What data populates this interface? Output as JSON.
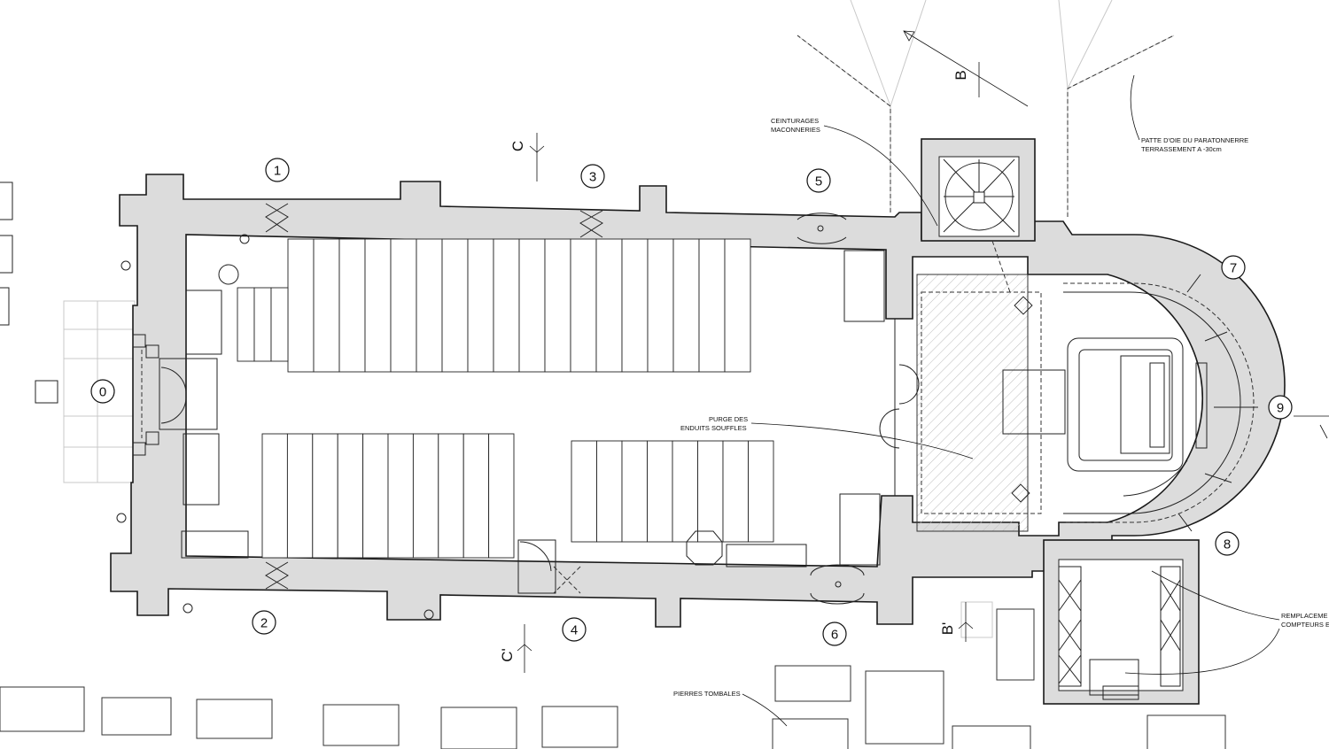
{
  "plan": {
    "zones": [
      "0",
      "1",
      "2",
      "3",
      "4",
      "5",
      "6",
      "7",
      "8",
      "9"
    ],
    "section_marks": [
      "B",
      "B'",
      "C",
      "C'"
    ],
    "annotations": {
      "ceinturages": [
        "CEINTURAGES",
        "MACONNERIES"
      ],
      "patte": [
        "PATTE D'OIE DU PARATONNERRE",
        "TERRASSEMENT A -30cm"
      ],
      "purge": [
        "PURGE DES",
        "ENDUITS SOUFFLES"
      ],
      "remplacement": [
        "REMPLACEME",
        "COMPTEURS E"
      ],
      "tombales": "PIERRES TOMBALES"
    }
  }
}
